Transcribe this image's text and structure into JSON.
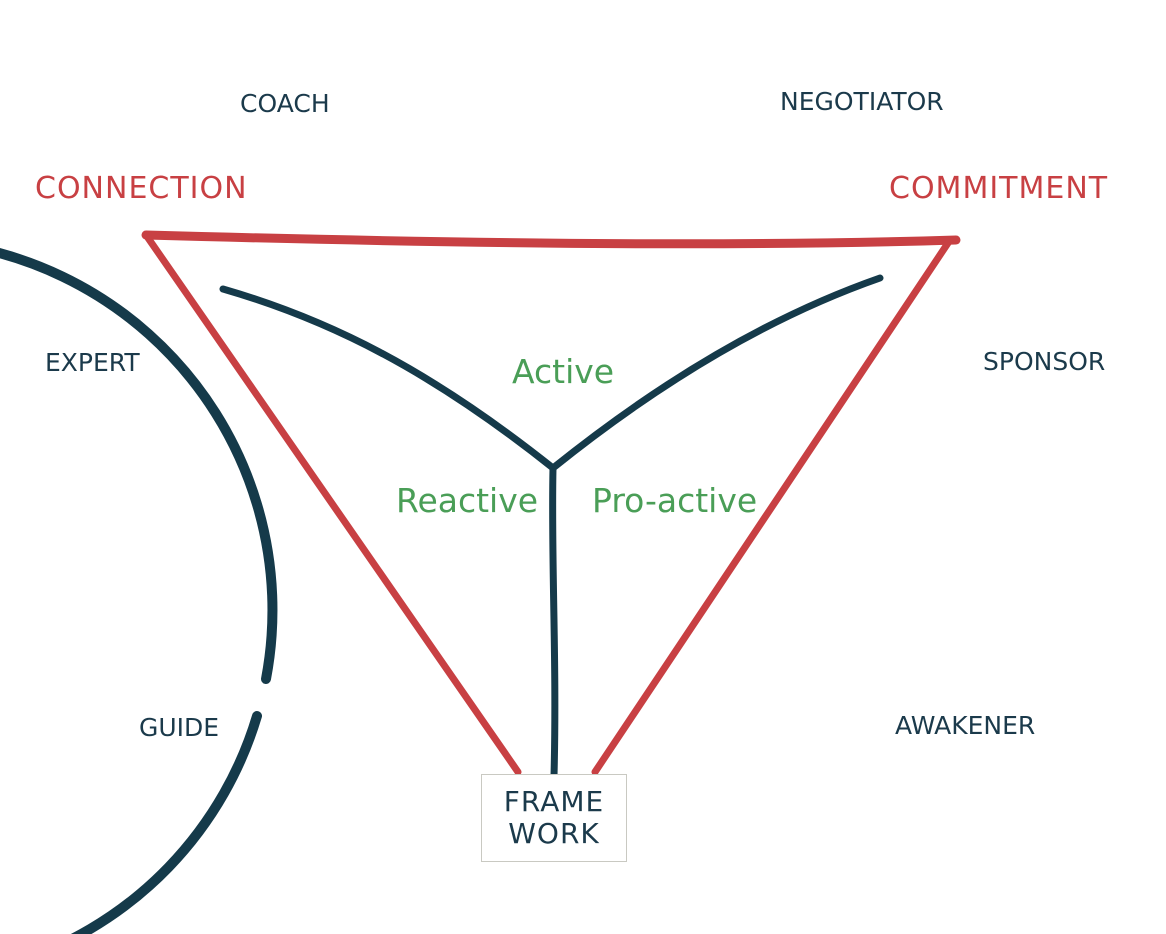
{
  "colors": {
    "ink": "#1b3a4b",
    "triangle": "#c84043",
    "mode_text": "#4a9e57",
    "box_border": "#c9c9c2"
  },
  "roles": {
    "coach": "COACH",
    "negotiator": "NEGOTIATOR",
    "expert": "EXPERT",
    "sponsor": "SPONSOR",
    "guide": "GUIDE",
    "awakener": "AWAKENER"
  },
  "pillars": {
    "connection": "CONNECTION",
    "commitment": "COMMITMENT"
  },
  "modes": {
    "active": "Active",
    "reactive": "Reactive",
    "proactive": "Pro-active"
  },
  "framework": {
    "line1": "FRAME",
    "line2": "WORK"
  }
}
